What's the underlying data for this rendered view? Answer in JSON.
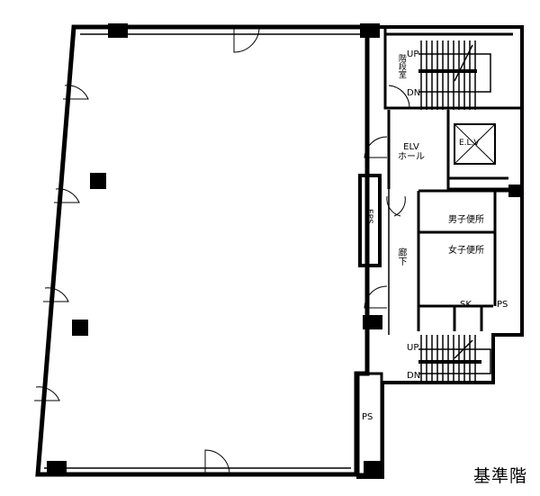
{
  "plan": {
    "floor_name": "基準階",
    "rooms": {
      "stair_room": "階段室",
      "elv_hall": "ELV\nホール",
      "elevator": "E.L.V",
      "eps": "EPS",
      "mens_toilet": "男子便所",
      "womens_toilet": "女子便所",
      "corridor": "廊下",
      "sk": "SK",
      "ps_core": "PS",
      "ps_lower": "PS"
    },
    "stairs": {
      "upper_up": "UP",
      "upper_dn": "DN",
      "lower_up": "UP",
      "lower_dn": "DN"
    }
  }
}
